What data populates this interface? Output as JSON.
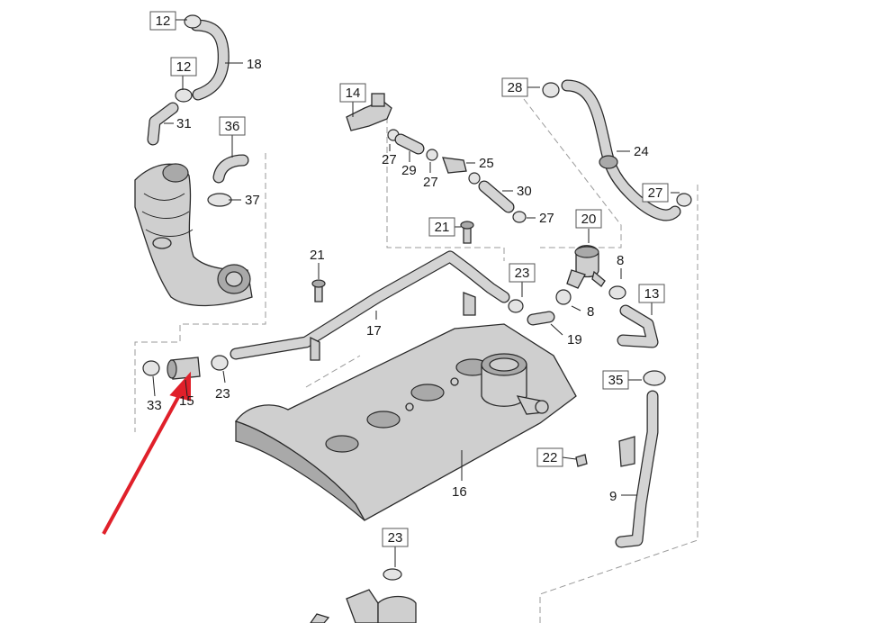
{
  "figure": {
    "title": "",
    "accent_color": "#e0202a",
    "callouts": [
      {
        "id": "c12a",
        "text": "12"
      },
      {
        "id": "c18",
        "text": "18"
      },
      {
        "id": "c12b",
        "text": "12"
      },
      {
        "id": "c31",
        "text": "31"
      },
      {
        "id": "c36",
        "text": "36"
      },
      {
        "id": "c37",
        "text": "37"
      },
      {
        "id": "c14",
        "text": "14"
      },
      {
        "id": "c27a",
        "text": "27"
      },
      {
        "id": "c29",
        "text": "29"
      },
      {
        "id": "c27b",
        "text": "27"
      },
      {
        "id": "c25",
        "text": "25"
      },
      {
        "id": "c30",
        "text": "30"
      },
      {
        "id": "c27c",
        "text": "27"
      },
      {
        "id": "c28",
        "text": "28"
      },
      {
        "id": "c24",
        "text": "24"
      },
      {
        "id": "c27d",
        "text": "27"
      },
      {
        "id": "c21a",
        "text": "21"
      },
      {
        "id": "c20",
        "text": "20"
      },
      {
        "id": "c21b",
        "text": "21"
      },
      {
        "id": "c23a",
        "text": "23"
      },
      {
        "id": "c8a",
        "text": "8"
      },
      {
        "id": "c8b",
        "text": "8"
      },
      {
        "id": "c13",
        "text": "13"
      },
      {
        "id": "c19",
        "text": "19"
      },
      {
        "id": "c17",
        "text": "17"
      },
      {
        "id": "c33",
        "text": "33"
      },
      {
        "id": "c15",
        "text": "15"
      },
      {
        "id": "c23b",
        "text": "23"
      },
      {
        "id": "c35",
        "text": "35"
      },
      {
        "id": "c22",
        "text": "22"
      },
      {
        "id": "c16",
        "text": "16"
      },
      {
        "id": "c9",
        "text": "9"
      },
      {
        "id": "c23c",
        "text": "23"
      }
    ]
  }
}
